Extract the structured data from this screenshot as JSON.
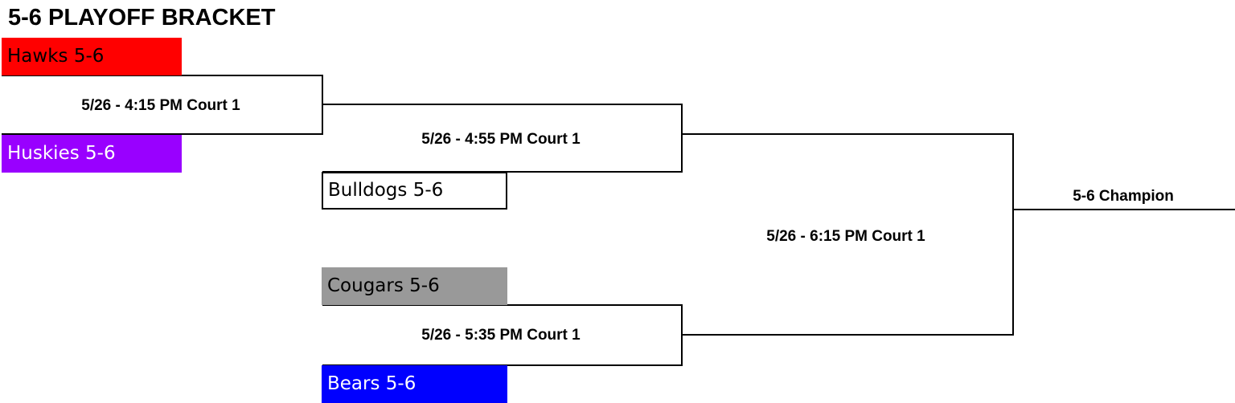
{
  "title": "5-6 PLAYOFF BRACKET",
  "teams": {
    "hawks": {
      "label": "Hawks 5-6",
      "fill": "#ff0000",
      "text_color": "#000000"
    },
    "huskies": {
      "label": "Huskies 5-6",
      "fill": "#9900ff",
      "text_color": "#ffffff"
    },
    "bulldogs": {
      "label": "Bulldogs 5-6",
      "fill": "#ffffff",
      "text_color": "#000000"
    },
    "cougars": {
      "label": "Cougars 5-6",
      "fill": "#999999",
      "text_color": "#000000"
    },
    "bears": {
      "label": "Bears 5-6",
      "fill": "#0000ff",
      "text_color": "#ffffff"
    }
  },
  "games": {
    "game1": "5/26 - 4:15 PM Court 1",
    "game2": "5/26 - 4:55 PM Court 1",
    "game3": "5/26 - 5:35 PM Court 1",
    "final": "5/26 - 6:15 PM Court 1"
  },
  "champion_label": "5-6 Champion",
  "colors": {
    "line": "#000000",
    "background": "#ffffff"
  }
}
